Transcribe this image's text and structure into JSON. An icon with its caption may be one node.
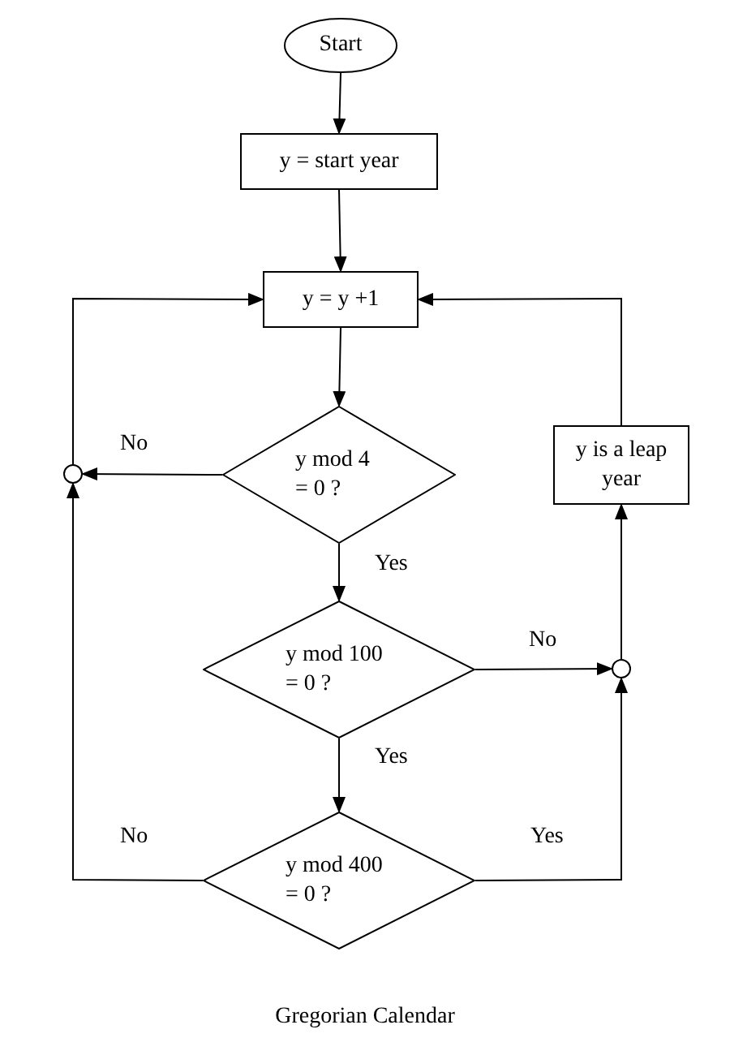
{
  "diagram": {
    "caption": "Gregorian Calendar",
    "nodes": [
      {
        "text": [
          "Start"
        ]
      },
      {
        "text": [
          "y = start year"
        ]
      },
      {
        "text": [
          "y = y +1"
        ]
      },
      {
        "text": [
          "y mod 4 = 0 ?"
        ]
      },
      {
        "text": [
          "y mod 100 = 0 ?"
        ]
      },
      {
        "text": [
          "y mod 400 = 0 ?"
        ]
      },
      {
        "text": [
          "y is a leap year"
        ]
      },
      {
        "text": [],
        "shape": "circle"
      },
      {
        "text": [],
        "shape": "circle"
      }
    ],
    "edges": [
      {
        "from": 0,
        "to": 1,
        "arrow": "to"
      },
      {
        "from": 1,
        "to": 2,
        "arrow": "to"
      },
      {
        "from": 2,
        "to": 3,
        "arrow": "to"
      },
      {
        "from": 3,
        "to": 7,
        "arrow": "to",
        "label": "No"
      },
      {
        "from": 7,
        "to": 2,
        "arrow": "to"
      },
      {
        "from": 3,
        "to": 4,
        "arrow": "to",
        "label": "Yes"
      },
      {
        "from": 4,
        "to": 8,
        "arrow": "to",
        "label": "No"
      },
      {
        "from": 4,
        "to": 5,
        "arrow": "to",
        "label": "Yes"
      },
      {
        "from": 5,
        "to": 7,
        "arrow": "to",
        "label": "No"
      },
      {
        "from": 5,
        "to": 8,
        "arrow": "to",
        "label": "Yes"
      },
      {
        "from": 8,
        "to": 6,
        "arrow": "to"
      },
      {
        "from": 6,
        "to": 2,
        "arrow": "to"
      }
    ]
  }
}
